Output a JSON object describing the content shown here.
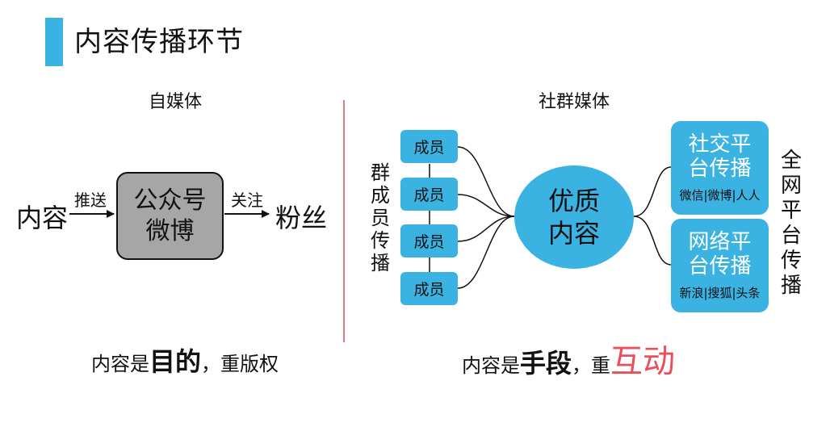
{
  "title": "内容传播环节",
  "left_section": {
    "heading": "自媒体",
    "content_label": "内容",
    "push_label": "推送",
    "box_line1": "公众号",
    "box_line2": "微博",
    "follow_label": "关注",
    "fans_label": "粉丝",
    "caption": {
      "part1": "内容是",
      "part2": "目的",
      "part3": "，重版权"
    }
  },
  "right_section": {
    "heading": "社群媒体",
    "group_label": "群成员传播",
    "members": [
      "成员",
      "成员",
      "成员",
      "成员"
    ],
    "core_line1": "优质",
    "core_line2": "内容",
    "platforms": [
      {
        "title_line1": "社交平",
        "title_line2": "台传播",
        "subtitle": "微信|微博|人人"
      },
      {
        "title_line1": "网络平",
        "title_line2": "台传播",
        "subtitle": "新浪|搜狐|头条"
      }
    ],
    "full_network_label": "全网平台传播",
    "caption": {
      "part1": "内容是",
      "part2": "手段",
      "part3": "，重",
      "part4": "互动"
    }
  },
  "colors": {
    "accent_blue": "#3ab2e2",
    "box_gray": "#a6a6a6",
    "divider": "#e07b83",
    "highlight_red": "#e8505b"
  }
}
